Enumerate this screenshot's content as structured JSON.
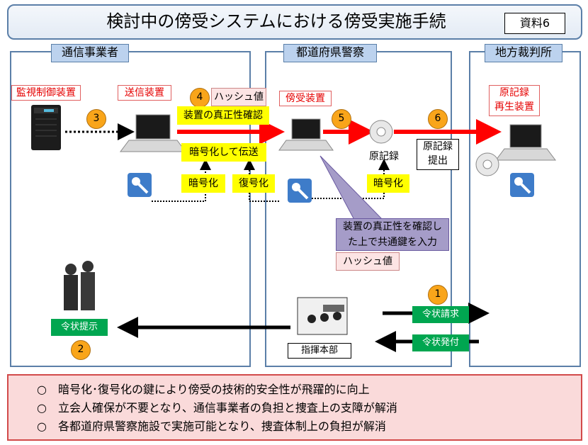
{
  "title": "検討中の傍受システムにおける傍受実施手続",
  "doc_label": "資料6",
  "columns": {
    "carrier": "通信事業者",
    "police": "都道府県警察",
    "court": "地方裁判所"
  },
  "labels": {
    "monitor_device": "監視制御装置",
    "send_device": "送信装置",
    "intercept_device": "傍受装置",
    "original_playback": "原記録\n再生装置",
    "hash_top": "ハッシュ値",
    "verify": "装置の真正性確認",
    "encrypt_send": "暗号化して伝送",
    "encrypt": "暗号化",
    "decrypt": "復号化",
    "encrypt2": "暗号化",
    "original_record": "原記録",
    "submit": "原記録\n提出",
    "callout": "装置の真正性を確認し\nた上で共通鍵を入力",
    "hash_bottom": "ハッシュ値",
    "warrant_presented": "令状提示",
    "warrant_request": "令状請求",
    "warrant_issued": "令状発付",
    "hq": "指揮本部"
  },
  "steps": [
    "1",
    "2",
    "3",
    "4",
    "5",
    "6"
  ],
  "summary": [
    "○　暗号化･復号化の鍵により傍受の技術的安全性が飛躍的に向上",
    "○　立会人確保が不要となり、通信事業者の負担と捜査上の支障が解消",
    "○　各都道府県警察施設で実施可能となり、捜査体制上の負担が解消"
  ],
  "colors": {
    "arrow_red": "#ff0000",
    "step_circle": "#f9a51a",
    "warrant_green": "#00a650"
  }
}
